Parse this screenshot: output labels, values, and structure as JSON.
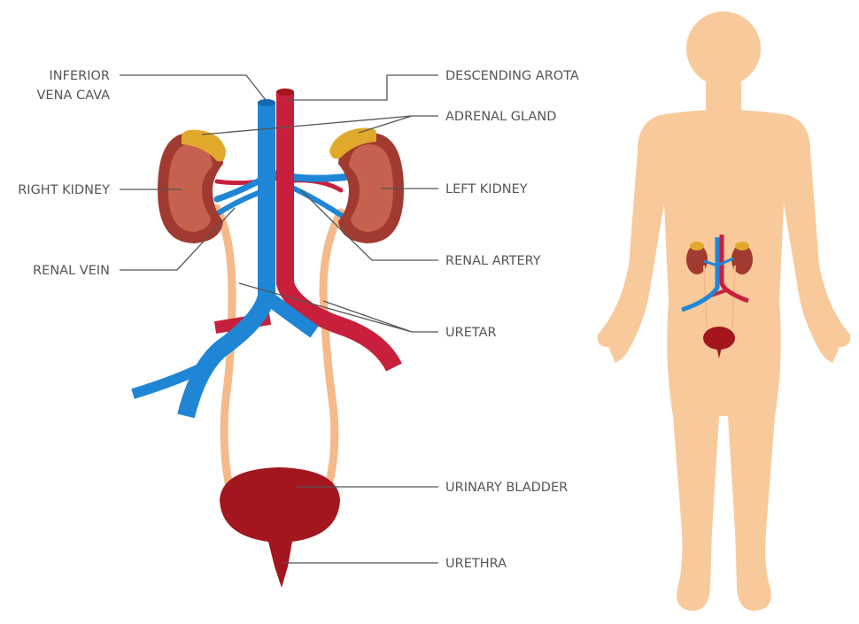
{
  "labels": {
    "ivc_line1": "INFERIOR",
    "ivc_line2": "VENA CAVA",
    "right_kidney": "RIGHT KIDNEY",
    "renal_vein": "RENAL VEIN",
    "descending_aorta": "DESCENDING AROTA",
    "adrenal_gland": "ADRENAL GLAND",
    "left_kidney": "LEFT KIDNEY",
    "renal_artery": "RENAL ARTERY",
    "ureter": "URETAR",
    "urinary_bladder": "URINARY BLADDER",
    "urethra": "URETHRA"
  },
  "colors": {
    "vein": "#1f86d6",
    "artery": "#c8203c",
    "kidney": "#a13a30",
    "kidney_inner": "#c7614f",
    "adrenal": "#e1a92c",
    "ureter": "#f5b98a",
    "bladder": "#a3161d",
    "skin": "#f8c99a"
  }
}
